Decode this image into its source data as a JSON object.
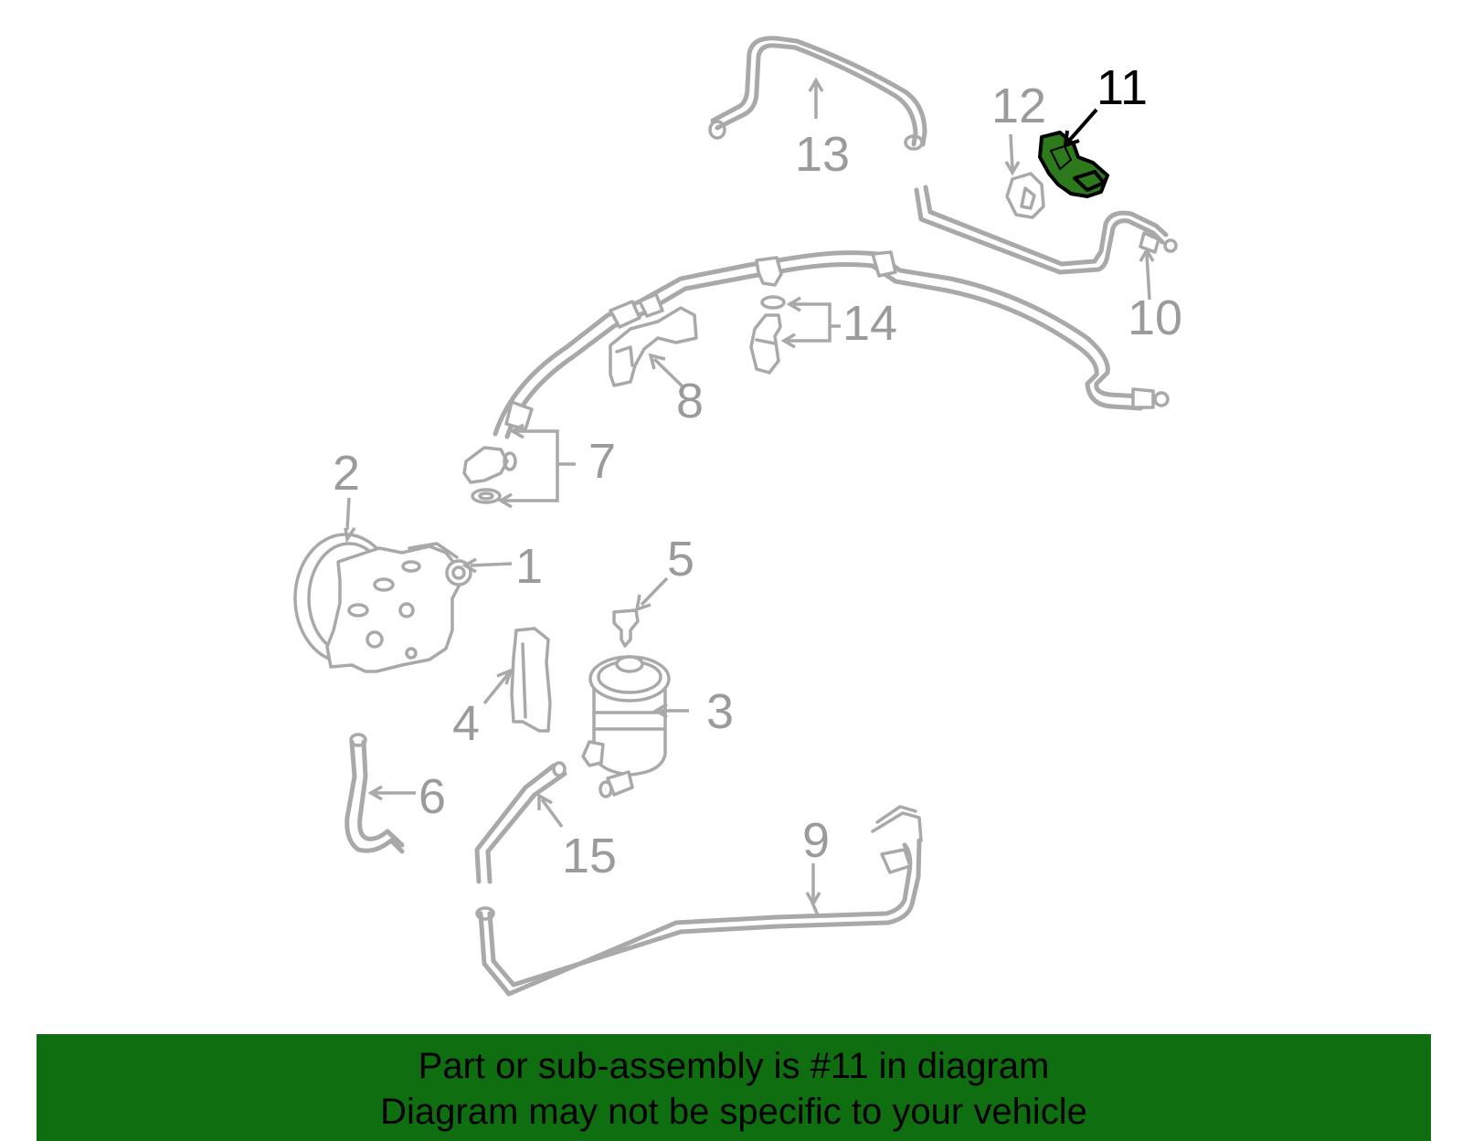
{
  "diagram": {
    "highlighted_part": "11",
    "callouts": [
      "1",
      "2",
      "3",
      "4",
      "5",
      "6",
      "7",
      "8",
      "9",
      "10",
      "11",
      "12",
      "13",
      "14",
      "15"
    ]
  },
  "banner": {
    "line1": "Part or sub-assembly is #11 in diagram",
    "line2": "Diagram may not be specific to your vehicle",
    "background": "#0f6e0f"
  },
  "colors": {
    "part_stroke": "#a9a9a9",
    "highlight_fill": "#2d7a1d",
    "highlight_stroke": "#000000"
  }
}
